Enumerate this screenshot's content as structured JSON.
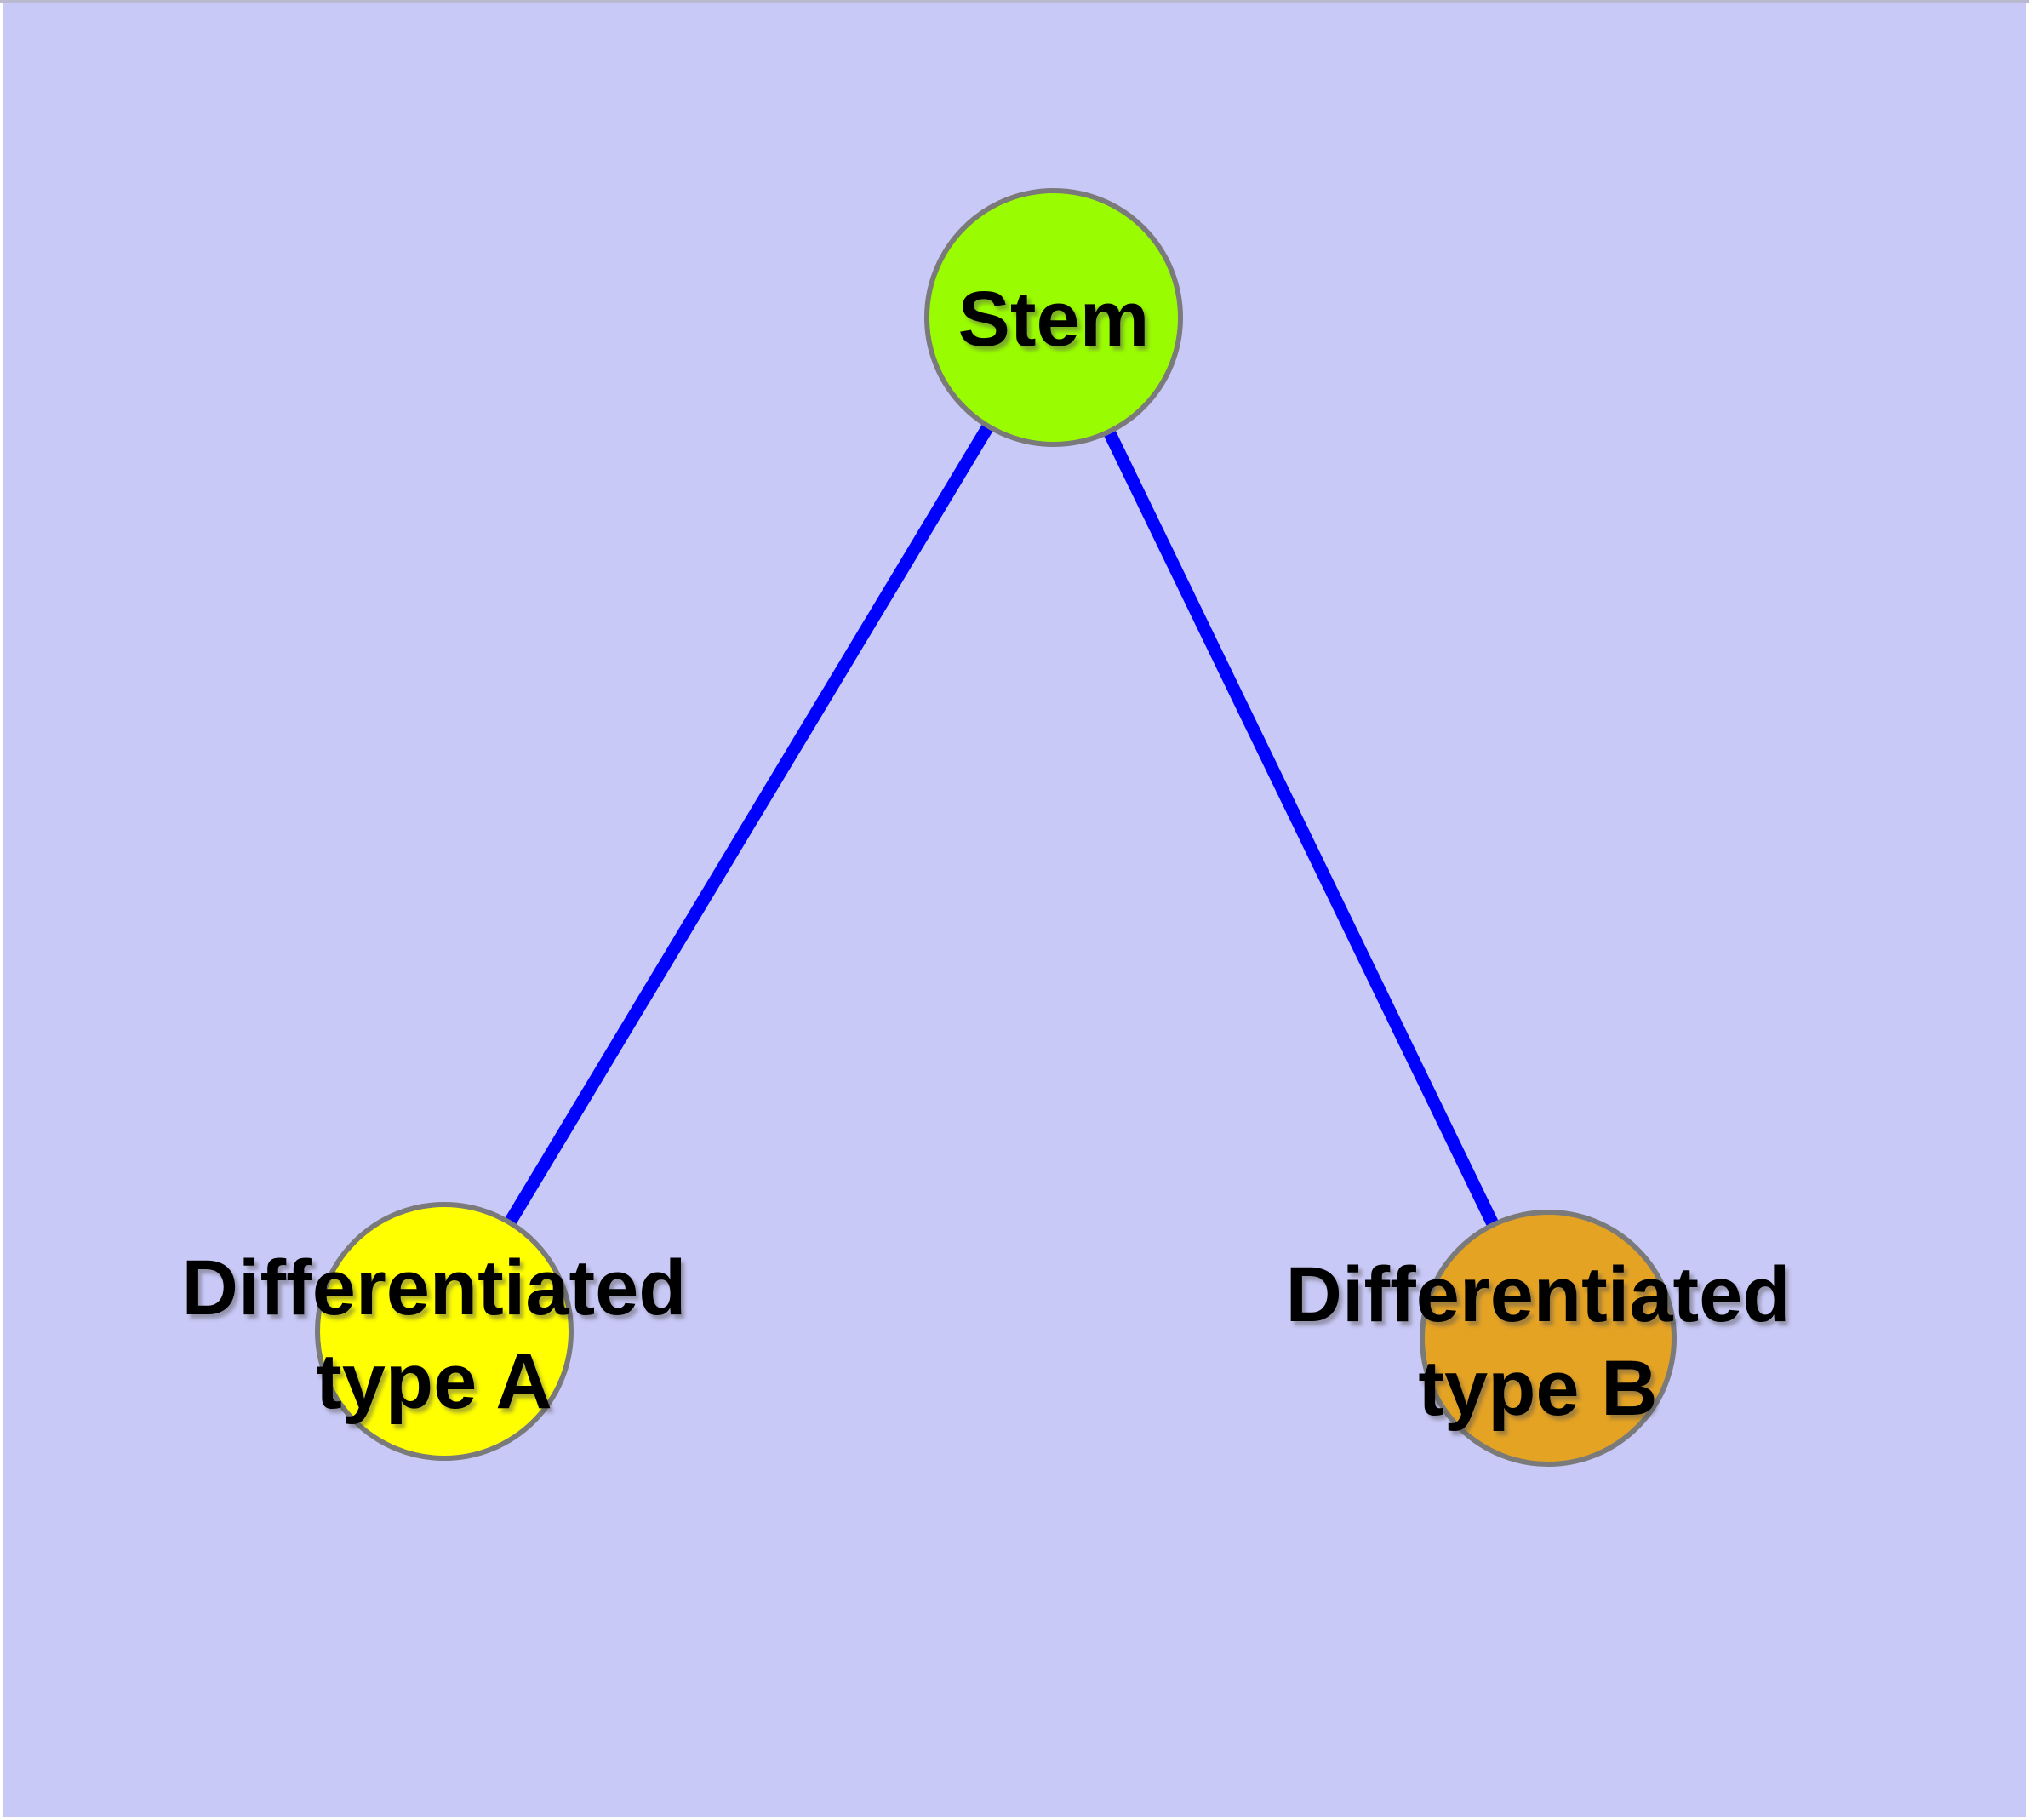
{
  "diagram": {
    "background_color": "#C9C9F7",
    "page_border_color": "#B9B9CF",
    "edge_color": "#0000FF",
    "node_border_color": "#7A7A7A",
    "nodes": {
      "stem": {
        "label": "Stem",
        "fill": "#9AFC00"
      },
      "type_a": {
        "label": "Differentiated type A",
        "line1": "Differentiated",
        "line2": "type A",
        "fill": "#FFFF00"
      },
      "type_b": {
        "label": "Differentiated type B",
        "line1": "Differentiated",
        "line2": "type B",
        "fill": "#E5A324"
      }
    },
    "edges": [
      {
        "from": "Stem",
        "to": "Differentiated type A"
      },
      {
        "from": "Stem",
        "to": "Differentiated type B"
      }
    ]
  }
}
